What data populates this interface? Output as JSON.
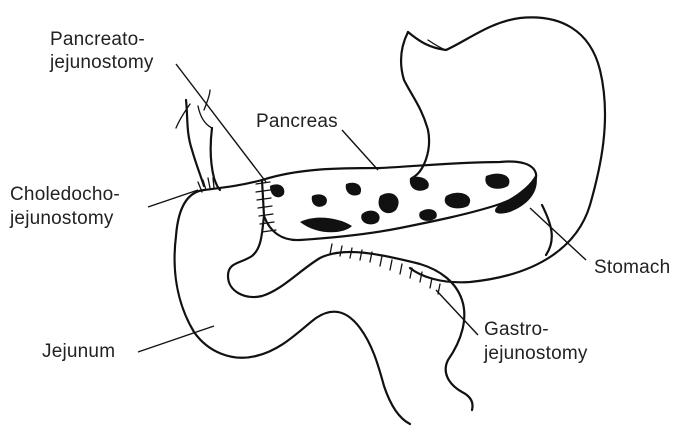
{
  "labels": {
    "pancreatojejunostomy_line1": "Pancreato-",
    "pancreatojejunostomy_line2": "jejunostomy",
    "pancreas": "Pancreas",
    "choledochojejunostomy_line1": "Choledocho-",
    "choledochojejunostomy_line2": "jejunostomy",
    "stomach": "Stomach",
    "gastrojejunostomy_line1": "Gastro-",
    "gastrojejunostomy_line2": "jejunostomy",
    "jejunum": "Jejunum"
  },
  "colors": {
    "ink": "#111111",
    "text": "#222222",
    "background": "#ffffff"
  }
}
